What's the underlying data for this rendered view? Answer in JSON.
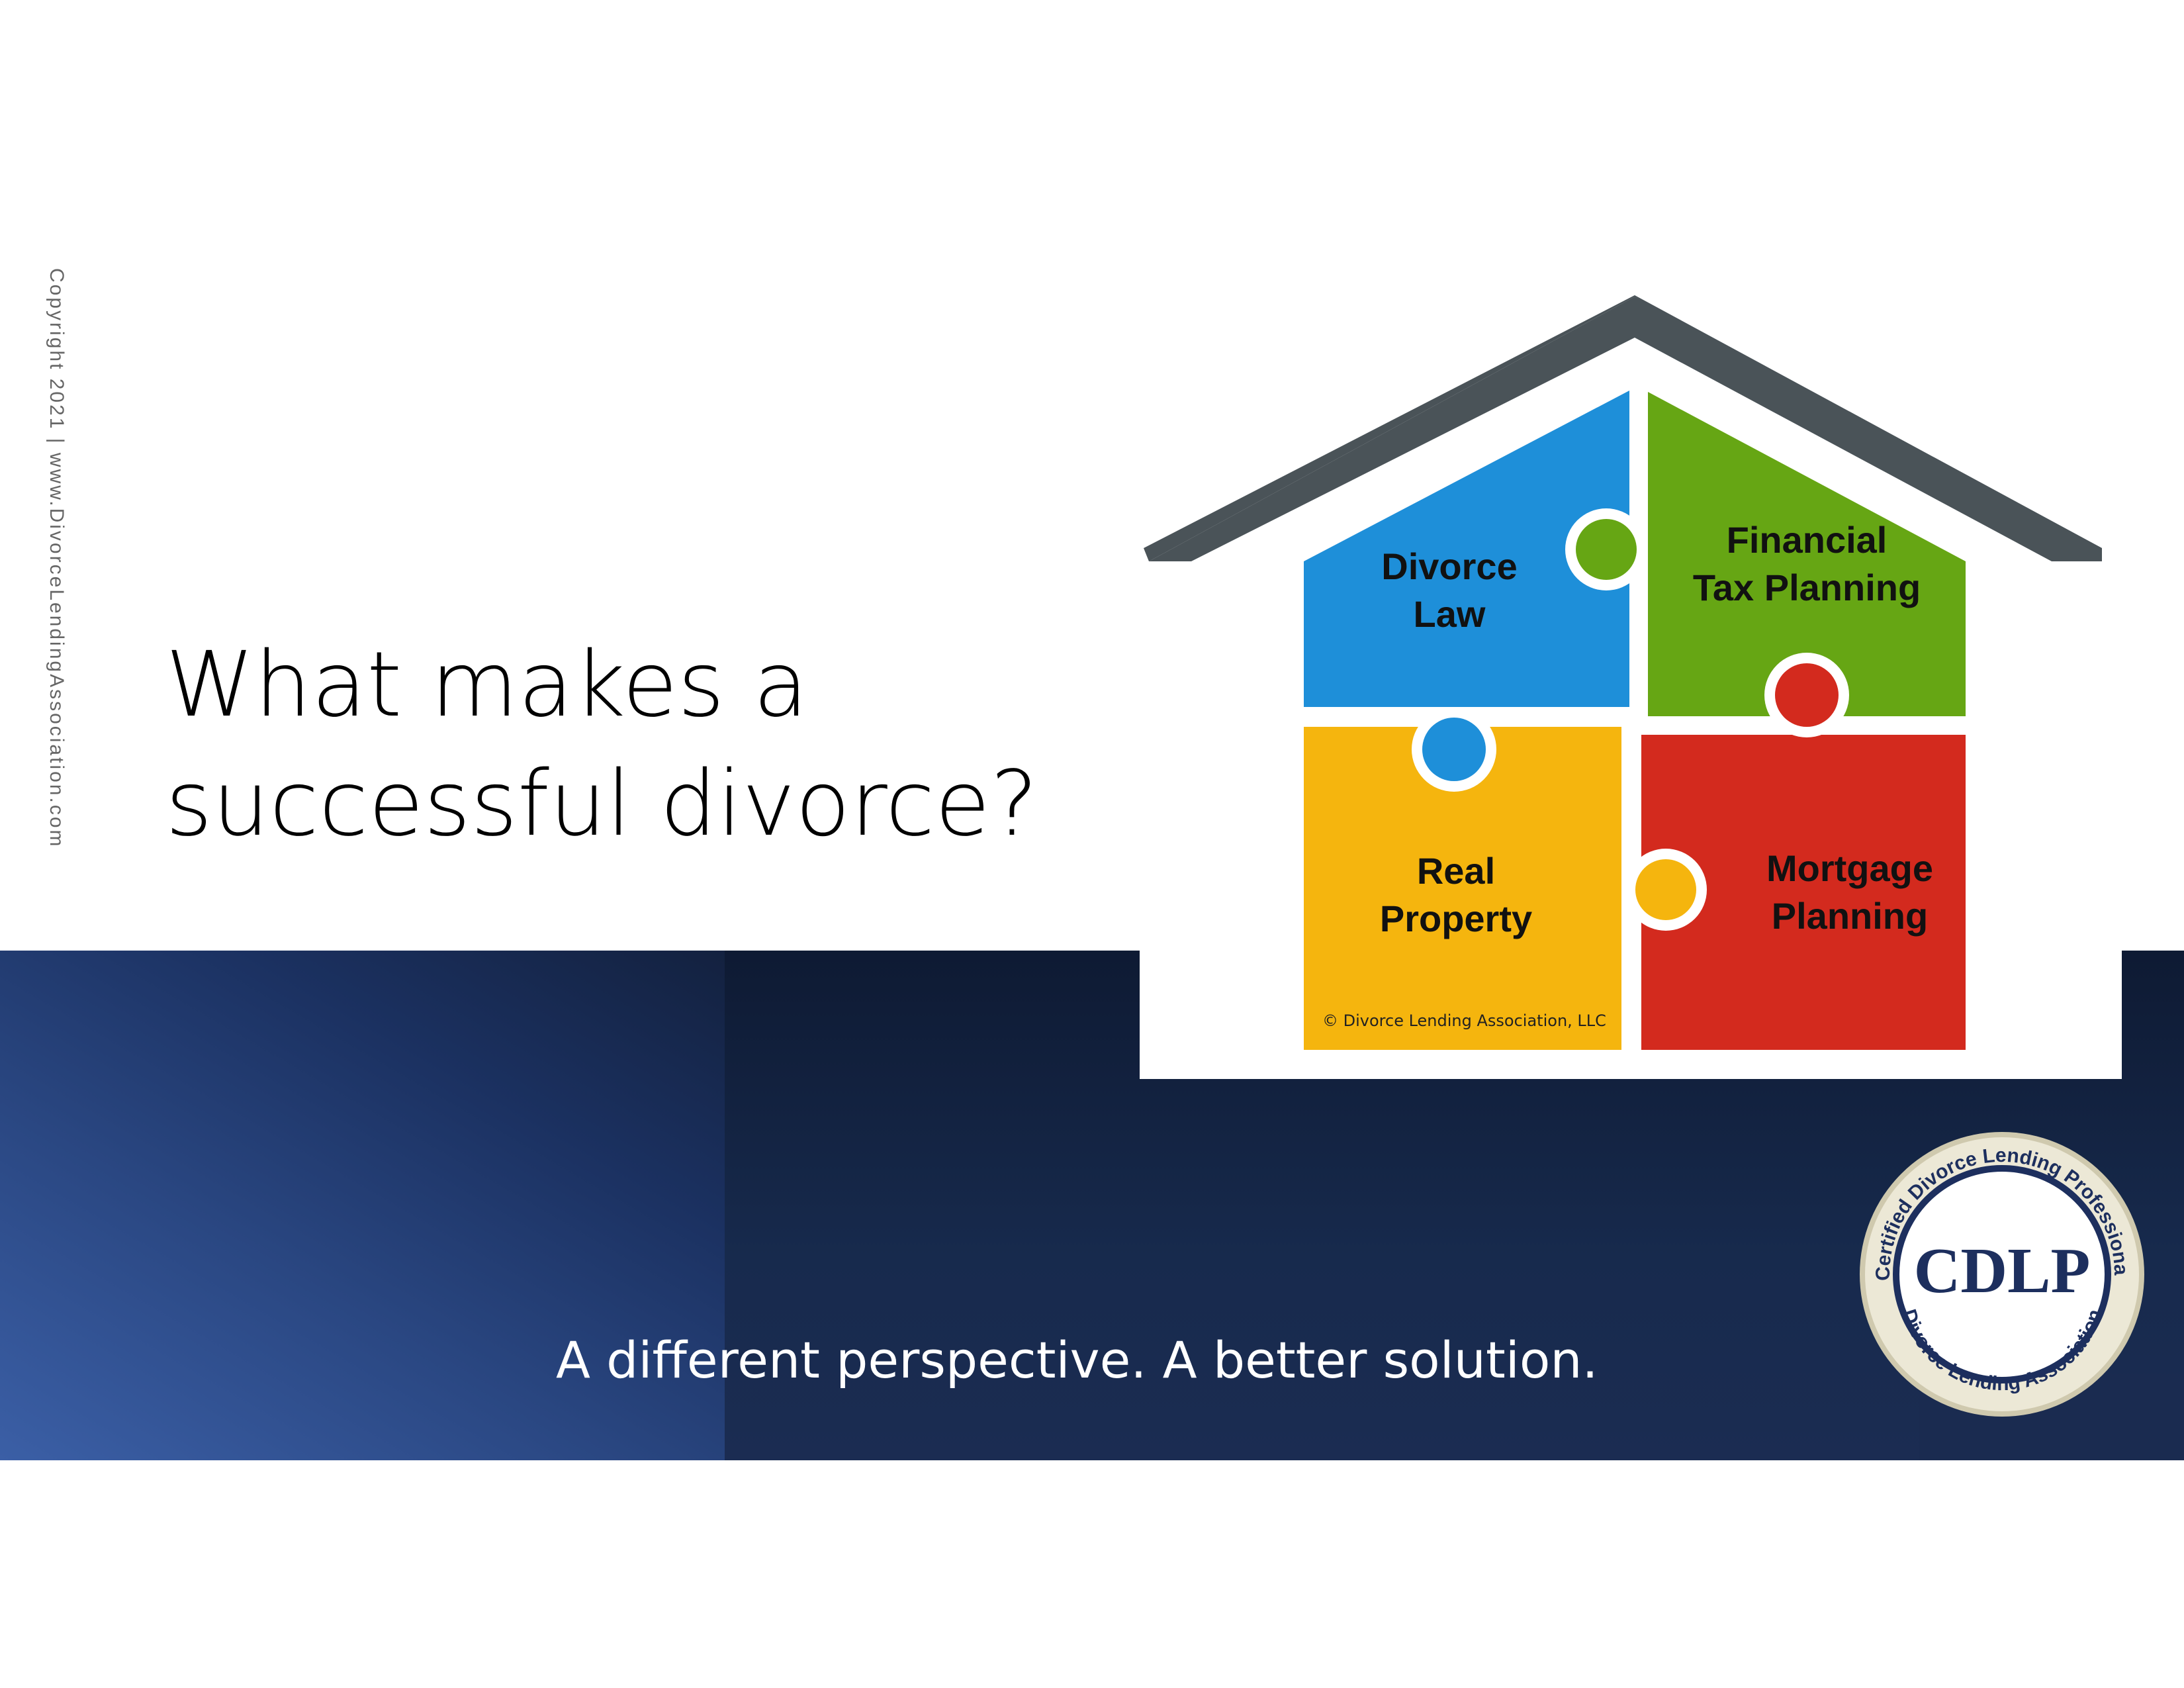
{
  "sidebar": {
    "copyright": "Copyright 2021 | www.DivorceLendingAssociation.com"
  },
  "slide": {
    "title_line1": "What makes a",
    "title_line2": "successful divorce?",
    "tagline": "A different perspective. A better solution."
  },
  "house": {
    "pieces": [
      {
        "label": "Divorce\nLaw",
        "color": "#1e8fd9"
      },
      {
        "label": "Financial\nTax Planning",
        "color": "#66a614"
      },
      {
        "label": "Real\nProperty",
        "color": "#f5b50e"
      },
      {
        "label": "Mortgage\nPlanning",
        "color": "#d32a1e"
      }
    ],
    "roof_color": "#4a5358",
    "copyright": "© Divorce Lending Association, LLC"
  },
  "badge": {
    "top_arc": "Certified Divorce Lending Professional",
    "bottom_arc": "Divorce Lending Association",
    "acronym": "CDLP",
    "ring_color": "#e8e4d2",
    "text_color": "#1d2f5e"
  }
}
